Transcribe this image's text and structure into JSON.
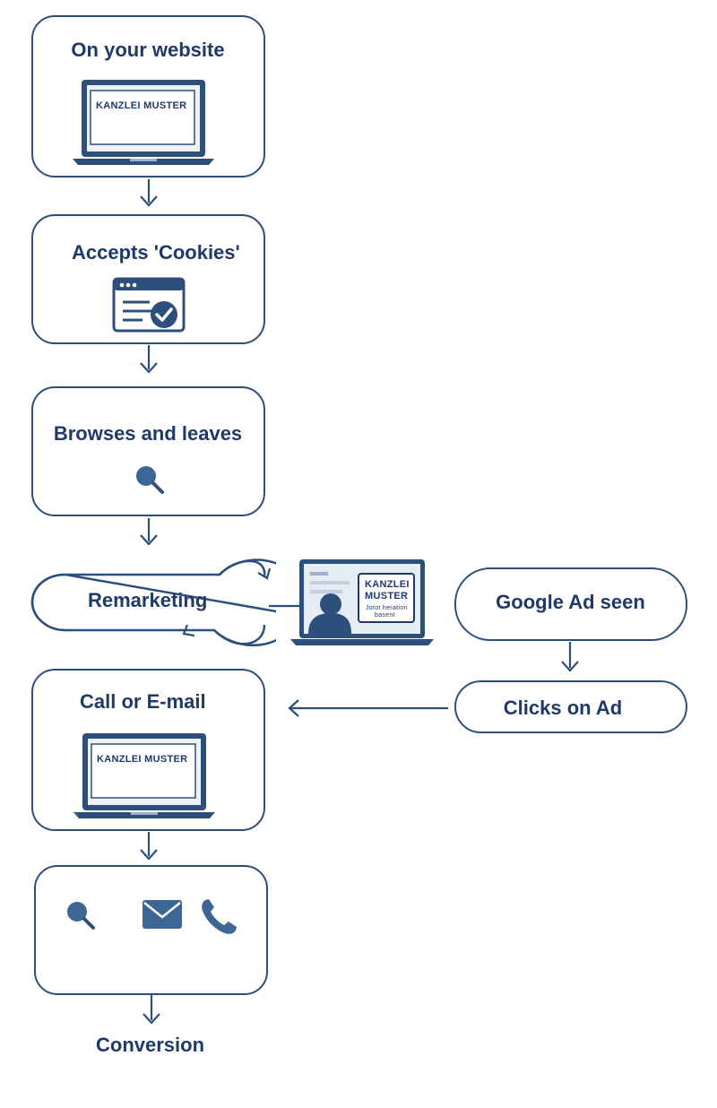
{
  "steps": {
    "website": {
      "label": "On your website",
      "screen_text": "KANZLEI MUSTER",
      "icon": "laptop-icon"
    },
    "cookies": {
      "label": "Accepts 'Cookies'",
      "icon": "browser-check-icon"
    },
    "browse": {
      "label": "Browses and leaves",
      "icon": "search-icon"
    },
    "remarketing": {
      "label": "Remarketing",
      "icon": "cycle-arrows-icon"
    },
    "ad_preview": {
      "line1": "KANZLEI",
      "line2": "MUSTER",
      "line3": "Jotot heration",
      "line4": "basent",
      "icon": "person-laptop-icon"
    },
    "google_ad": {
      "label": "Google Ad seen"
    },
    "clicks": {
      "label": "Clicks on Ad"
    },
    "contact": {
      "label": "Call or E-mail",
      "screen_text": "KANZLEI MUSTER",
      "icon": "laptop-icon"
    },
    "channels": {
      "icons": [
        "search-icon",
        "mail-icon",
        "phone-icon"
      ]
    },
    "conversion": {
      "label": "Conversion"
    }
  },
  "colors": {
    "primary": "#1f3a68",
    "stroke": "#2d4f7c",
    "icon_fill": "#3e6694"
  }
}
